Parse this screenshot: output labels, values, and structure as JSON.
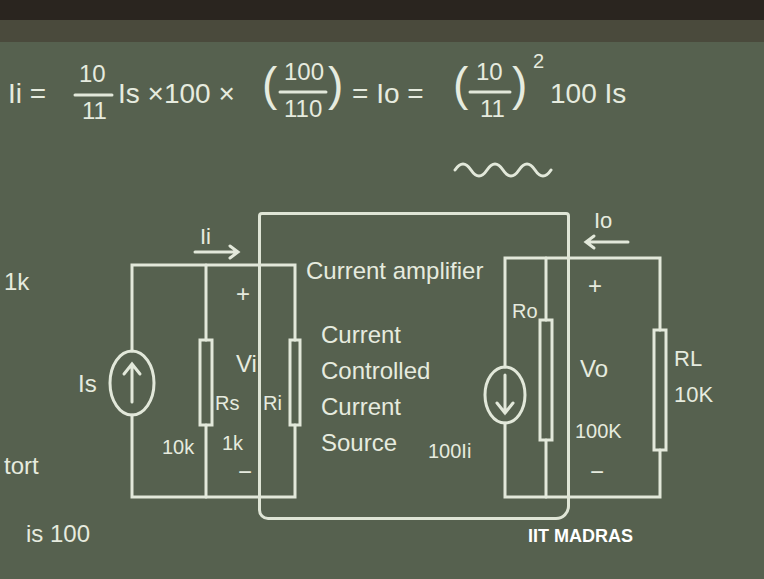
{
  "diagram": {
    "nodes": [
      {
        "text": [
          "Current amplifier",
          "Current Controlled Current Source"
        ]
      }
    ],
    "labels": [
      "Ii =",
      "10",
      "11",
      "Is ×100 ×",
      "(",
      "100",
      "110",
      ")",
      "= Io =",
      "(",
      "10",
      "11",
      ")",
      "2",
      "100 Is",
      "1k",
      "Ii",
      "+",
      "Vi",
      "−",
      "Is",
      "Rs",
      "10k",
      "1k",
      "Ri",
      "100Ii",
      "Ro",
      "100K",
      "Io",
      "+",
      "Vo",
      "−",
      "RL",
      "10K",
      "tort",
      "is 100",
      "IIT MADRAS"
    ]
  }
}
